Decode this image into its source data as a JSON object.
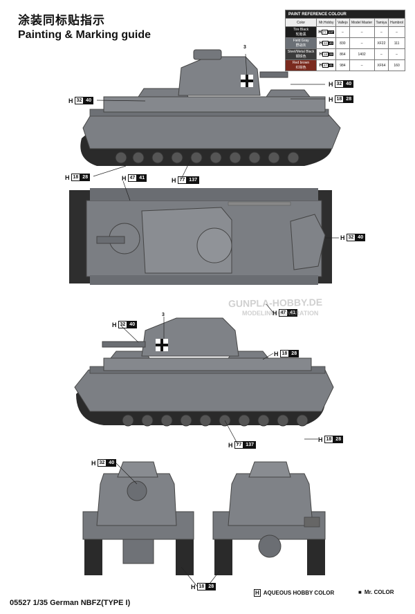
{
  "header": {
    "title_cn": "涂装同标贴指示",
    "title_en": "Painting & Marking guide"
  },
  "ref_table": {
    "title": "PAINT REFERENCE COLOUR",
    "columns": [
      "Color",
      "Mr.Hobby",
      "Vallejo",
      "Model Master",
      "Tamiya",
      "Humbrol"
    ],
    "rows": [
      {
        "color": "Tire Black",
        "color_cn": "轮胎黑",
        "swatch": "#1c1c1c",
        "hcode": "77",
        "hnum": "137",
        "vallejo": "–",
        "model_master": "–",
        "tamiya": "–",
        "humbrol": "–"
      },
      {
        "color": "Field Gray",
        "color_cn": "野战灰",
        "swatch": "#6b7076",
        "hcode": "32",
        "hnum": "40",
        "vallejo": "830",
        "model_master": "–",
        "tamiya": "XF22",
        "humbrol": "111"
      },
      {
        "color": "Steel/Metal Black",
        "color_cn": "钢铁色",
        "swatch": "#3b3b3b",
        "hcode": "18",
        "hnum": "28",
        "vallejo": "864",
        "model_master": "1402",
        "tamiya": "–",
        "humbrol": "–"
      },
      {
        "color": "Red brown",
        "color_cn": "红棕色",
        "swatch": "#7a2a1e",
        "hcode": "47",
        "hnum": "41",
        "vallejo": "984",
        "model_master": "–",
        "tamiya": "XF64",
        "humbrol": "160"
      }
    ]
  },
  "callouts": [
    {
      "code": "32",
      "num": "40"
    },
    {
      "code": "32",
      "num": "40"
    },
    {
      "code": "18",
      "num": "28"
    },
    {
      "code": "18",
      "num": "28"
    },
    {
      "code": "47",
      "num": "41"
    },
    {
      "code": "77",
      "num": "137"
    },
    {
      "code": "32",
      "num": "40"
    },
    {
      "code": "47",
      "num": "41"
    },
    {
      "code": "32",
      "num": "40"
    },
    {
      "code": "18",
      "num": "28"
    },
    {
      "code": "18",
      "num": "28"
    },
    {
      "code": "77",
      "num": "137"
    },
    {
      "code": "32",
      "num": "40"
    },
    {
      "code": "18",
      "num": "28"
    }
  ],
  "marker_numbers": [
    "3",
    "3"
  ],
  "watermark": {
    "line1": "GUNPLA-HOBBY.DE",
    "line2": "MODELING GENERATION"
  },
  "footer": {
    "text": "05527 1/35  German NBFZ(TYPE I)"
  },
  "legend": {
    "aqueous_symbol": "H",
    "aqueous_label": "AQUEOUS HOBBY COLOR",
    "mr_symbol": "■",
    "mr_label": "Mr. COLOR"
  },
  "colors": {
    "hull": "#7c7f84",
    "hull_dark": "#55585c",
    "track": "#2a2a2a",
    "accent_black": "#111111"
  }
}
